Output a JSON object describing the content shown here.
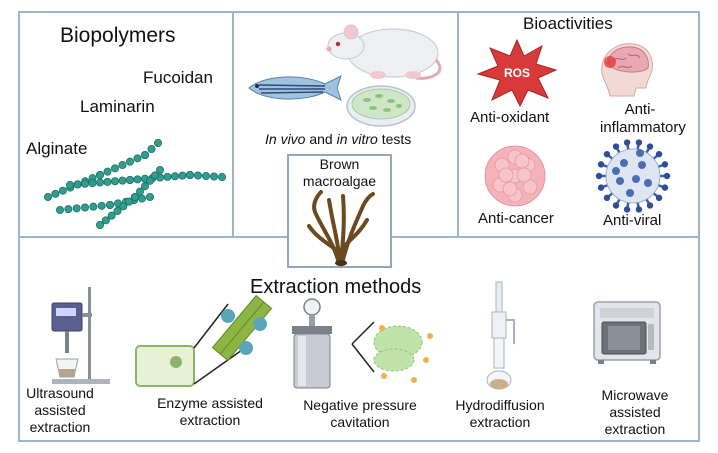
{
  "biopolymers": {
    "title": "Biopolymers",
    "items": [
      "Fucoidan",
      "Laminarin",
      "Alginate"
    ]
  },
  "tests": {
    "label_part1": "In vivo",
    "label_and": " and ",
    "label_part2": "in vitro",
    "label_tail": " tests"
  },
  "center": {
    "line1": "Brown",
    "line2": "macroalgae"
  },
  "bioactivities": {
    "title": "Bioactivities",
    "ros_badge": "ROS",
    "items": [
      "Anti-oxidant",
      "Anti-",
      "inflammatory",
      "Anti-cancer",
      "Anti-viral"
    ]
  },
  "extraction": {
    "title": "Extraction methods",
    "methods": [
      {
        "lines": [
          "Ultrasound",
          "assisted",
          "extraction"
        ]
      },
      {
        "lines": [
          "Enzyme assisted",
          "extraction"
        ]
      },
      {
        "lines": [
          "Negative pressure",
          "cavitation"
        ]
      },
      {
        "lines": [
          "Hydrodiffusion",
          "extraction"
        ]
      },
      {
        "lines": [
          "Microwave",
          "assisted",
          "extraction"
        ]
      }
    ]
  },
  "colors": {
    "border": "#9fb4cc",
    "teal": "#2f9e8f",
    "ros_red": "#d83a3a",
    "seaweed": "#6b4a1f"
  }
}
